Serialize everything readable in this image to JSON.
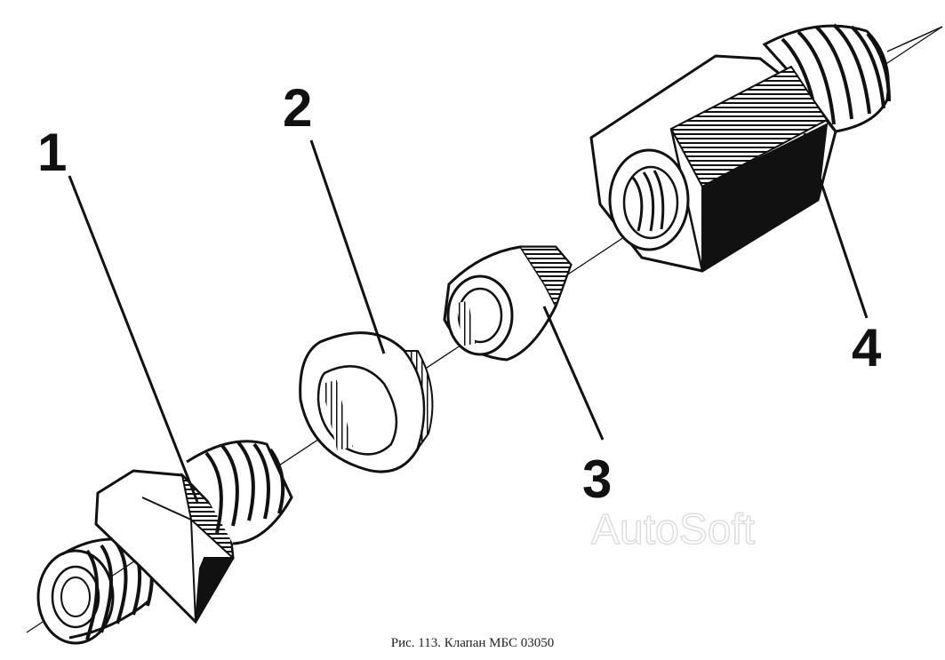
{
  "figure": {
    "caption": "Рис. 113. Клапан МБС 03050",
    "watermark": "AutoSoft",
    "callouts": [
      {
        "id": "1",
        "label": "1"
      },
      {
        "id": "2",
        "label": "2"
      },
      {
        "id": "3",
        "label": "3"
      },
      {
        "id": "4",
        "label": "4"
      }
    ],
    "colors": {
      "ink": "#111111",
      "paper": "#ffffff",
      "watermark": "#dcdcdc"
    }
  }
}
